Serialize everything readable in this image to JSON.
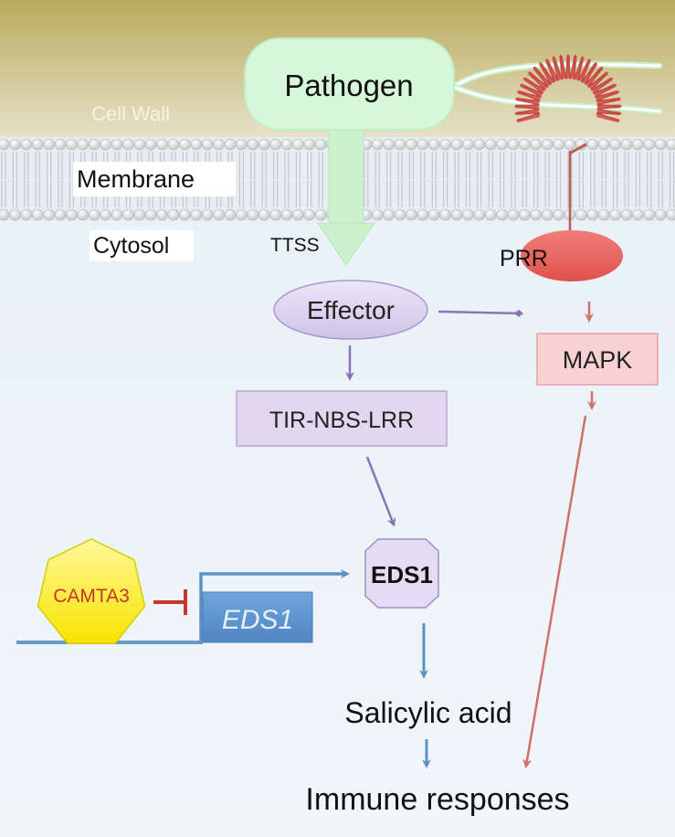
{
  "regions": {
    "cell_wall": "Cell Wall",
    "membrane": "Membrane",
    "cytosol": "Cytosol"
  },
  "nodes": {
    "pathogen": "Pathogen",
    "ttss": "TTSS",
    "effector": "Effector",
    "prr": "PRR",
    "mapk": "MAPK",
    "tir_nbs_lrr": "TIR-NBS-LRR",
    "eds1_protein": "EDS1",
    "eds1_gene": "EDS1",
    "camta3": "CAMTA3",
    "salicylic_acid": "Salicylic acid",
    "immune_responses": "Immune responses"
  },
  "colors": {
    "cell_wall": "#c9bd74",
    "cytosol": "#eef5f9",
    "pathogen": "#d6f7d9",
    "effector": "#dcd3ef",
    "purple_arrow": "#8a74b8",
    "red_arrow": "#d0706c",
    "blue_arrow": "#5e92c4",
    "mapk_fill": "#f8d1d3",
    "camta3_fill": "#ffee00",
    "inhibition": "#c63728",
    "gene_box": "#5f97cf"
  }
}
